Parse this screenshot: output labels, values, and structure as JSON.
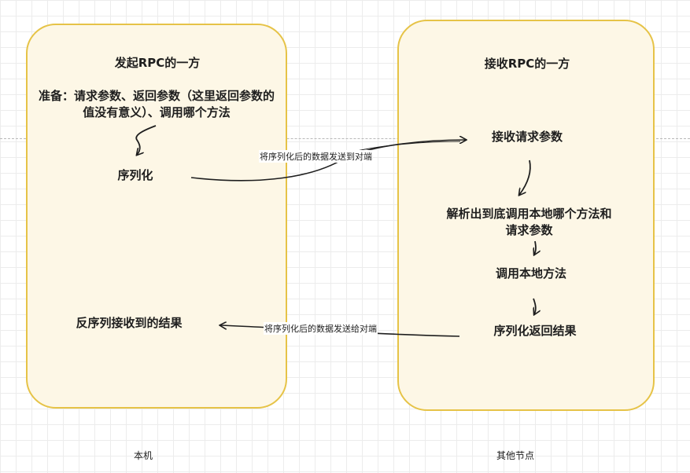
{
  "left_box": {
    "title": "发起RPC的一方",
    "prepare_text": "准备：请求参数、返回参数（这里返回参数的值没有意义）、调用哪个方法",
    "serialize": "序列化",
    "deserialize": "反序列接收到的结果",
    "caption": "本机"
  },
  "right_box": {
    "title": "接收RPC的一方",
    "receive": "接收请求参数",
    "parse": "解析出到底调用本地哪个方法和请求参数",
    "invoke": "调用本地方法",
    "serialize_result": "序列化返回结果",
    "caption": "其他节点"
  },
  "edges": {
    "send_request": "将序列化后的数据发送到对端",
    "send_result": "将序列化后的数据发送给对端"
  },
  "colors": {
    "box_fill": "#fdf7e6",
    "box_stroke": "#e6c347",
    "arrow": "#1e1e1e"
  }
}
